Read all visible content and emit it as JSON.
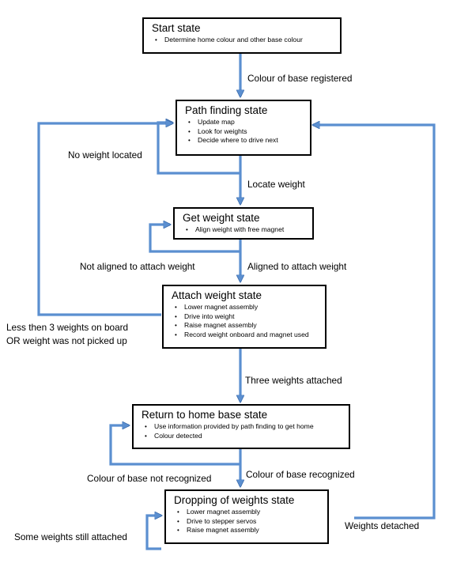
{
  "states": {
    "start": {
      "title": "Start state",
      "items": [
        "Determine home colour and other base colour"
      ]
    },
    "path_finding": {
      "title": "Path finding state",
      "items": [
        "Update map",
        "Look for weights",
        "Decide where to drive next"
      ]
    },
    "get_weight": {
      "title": "Get weight state",
      "items": [
        "Align weight with free magnet"
      ]
    },
    "attach_weight": {
      "title": "Attach weight state",
      "items": [
        "Lower magnet assembly",
        "Drive into weight",
        "Raise magnet assembly",
        "Record weight onboard and magnet used"
      ]
    },
    "return_home": {
      "title": "Return to home base state",
      "items": [
        "Use information provided by path finding to get home",
        "Colour detected"
      ]
    },
    "dropping": {
      "title": "Dropping of weights state",
      "items": [
        "Lower magnet assembly",
        "Drive to stepper servos",
        "Raise magnet assembly"
      ]
    }
  },
  "transitions": {
    "colour_registered": "Colour of base registered",
    "no_weight_located": "No weight located",
    "locate_weight": "Locate weight",
    "not_aligned": "Not aligned to attach weight",
    "aligned": "Aligned to attach weight",
    "less_than_three_line1": "Less then 3 weights on board",
    "less_than_three_line2": "OR weight was not picked up",
    "three_attached": "Three weights attached",
    "base_not_recognized": "Colour of base not recognized",
    "base_recognized": "Colour of base recognized",
    "weights_detached": "Weights detached",
    "some_still_attached": "Some weights still attached"
  },
  "colors": {
    "arrow": "#5b8fd0",
    "arrow_dark": "#3f6fae",
    "box_border": "#000000"
  }
}
